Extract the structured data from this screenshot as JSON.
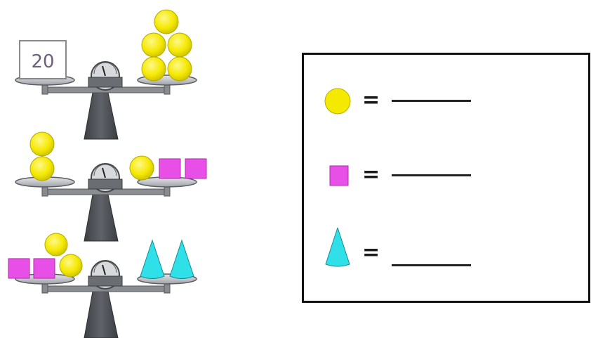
{
  "top_scale": {
    "weight_label": "20"
  },
  "answers": {
    "equals_sign": "=",
    "rows": [
      {
        "shape": "circle",
        "color": "#f5e900"
      },
      {
        "shape": "square",
        "color": "#e84fe6"
      },
      {
        "shape": "cone",
        "color": "#2fe0e8"
      }
    ]
  },
  "colors": {
    "circle": "#f5e900",
    "square": "#e84fe6",
    "cone": "#2fe0e8",
    "scale_body": "#4f5257"
  }
}
